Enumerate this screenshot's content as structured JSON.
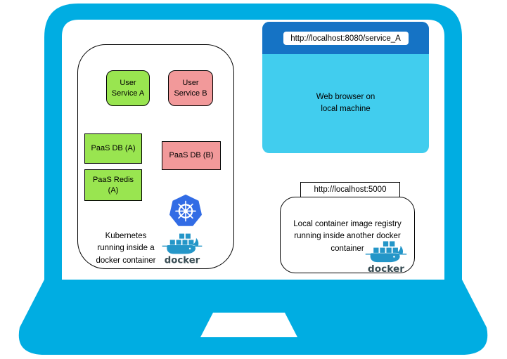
{
  "colors": {
    "laptop_cyan": "#00ade2",
    "browser_header_blue": "#1573c5",
    "browser_body_cyan": "#41cdee",
    "service_green": "#99e550",
    "service_pink": "#f2999a",
    "kubernetes_blue": "#326ce5",
    "docker_blue": "#2496c8",
    "docker_wordmark_gray": "#394d54"
  },
  "kubernetes_cluster": {
    "services": {
      "user_service_a": "User\nService A",
      "user_service_b": "User\nService B",
      "paas_db_a": "PaaS DB (A)",
      "paas_db_b": "PaaS DB (B)",
      "paas_redis_a": "PaaS Redis\n(A)"
    },
    "caption": "Kubernetes\nrunning inside a\ndocker container",
    "kubernetes_logo": "kubernetes-helm-logo",
    "docker_logo": "docker-whale-logo",
    "docker_wordmark": "docker"
  },
  "browser": {
    "address_url": "http://localhost:8080/service_A",
    "body_text": "Web browser on\nlocal machine"
  },
  "registry": {
    "url_label": "http://localhost:5000",
    "caption": "Local container image registry\nrunning inside another docker\ncontainer",
    "docker_logo": "docker-whale-logo",
    "docker_wordmark": "docker"
  }
}
